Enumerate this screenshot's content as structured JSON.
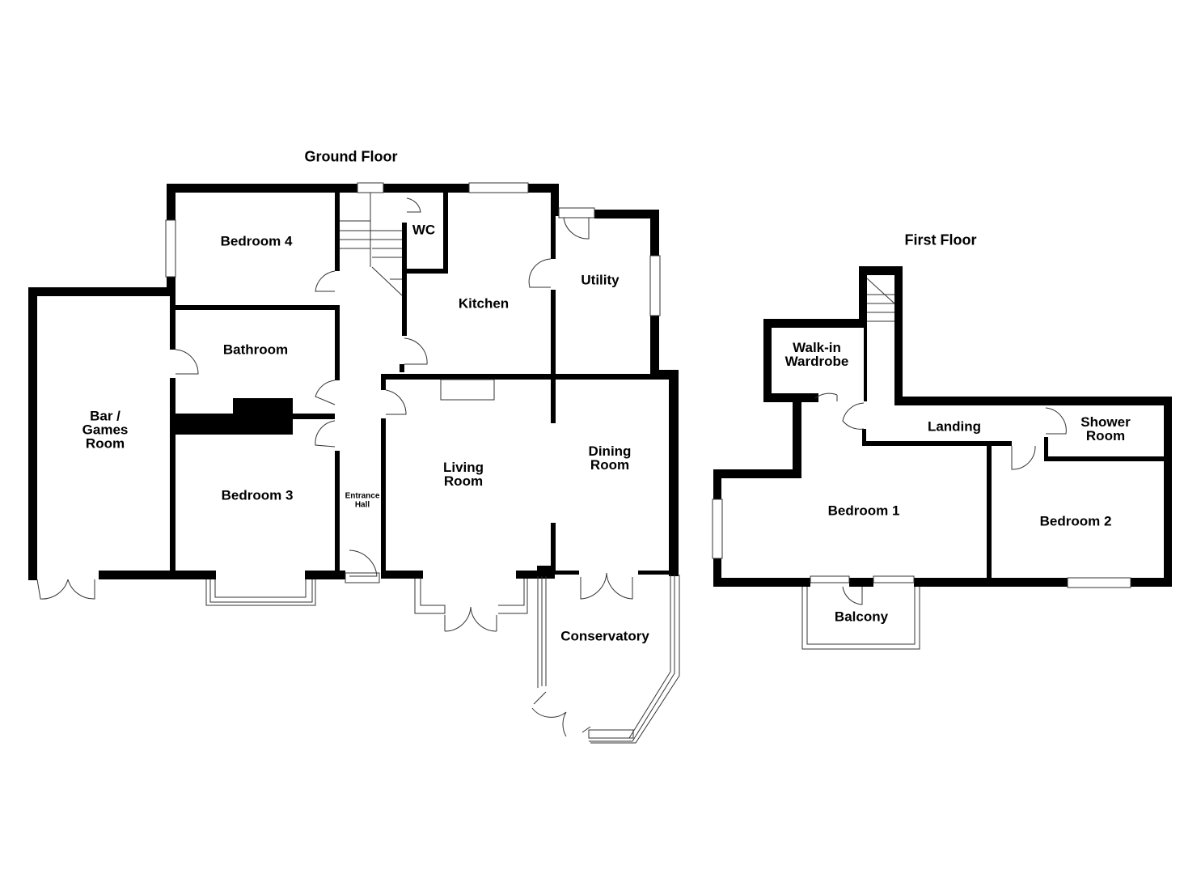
{
  "floors": {
    "ground": {
      "title": "Ground Floor",
      "rooms": {
        "bedroom4": "Bedroom 4",
        "wc": "WC",
        "kitchen": "Kitchen",
        "utility": "Utility",
        "bathroom": "Bathroom",
        "bar_games": "Bar /\nGames\nRoom",
        "bedroom3": "Bedroom 3",
        "entrance_hall": "Entrance\nHall",
        "living_room": "Living\nRoom",
        "dining_room": "Dining\nRoom",
        "conservatory": "Conservatory"
      }
    },
    "first": {
      "title": "First Floor",
      "rooms": {
        "walkin_wardrobe": "Walk-in\nWardrobe",
        "landing": "Landing",
        "shower_room": "Shower\nRoom",
        "bedroom1": "Bedroom 1",
        "bedroom2": "Bedroom 2",
        "balcony": "Balcony"
      }
    }
  },
  "colors": {
    "wall": "#000000",
    "line": "#333333",
    "background": "#ffffff"
  }
}
